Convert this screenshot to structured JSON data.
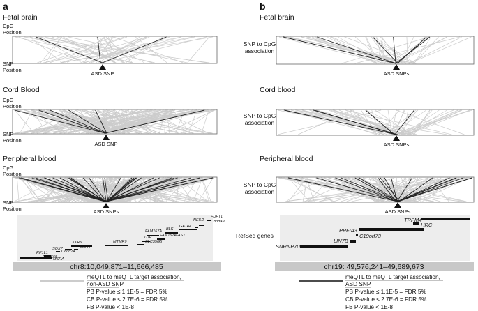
{
  "panel_a": {
    "letter": "a",
    "sections": [
      {
        "title": "Fetal brain",
        "cpg_label": [
          "CpG",
          "Position"
        ],
        "snp_label": [
          "SNP",
          "Position"
        ],
        "marker": "ASD SNP"
      },
      {
        "title": "Cord Blood",
        "cpg_label": [
          "CpG",
          "Position"
        ],
        "snp_label": [
          "SNP",
          "Position"
        ],
        "marker": "ASD SNP"
      },
      {
        "title": "Peripheral blood",
        "cpg_label": [
          "CpG",
          "Position"
        ],
        "snp_label": [
          "SNP",
          "Position"
        ],
        "marker": "ASD SNPs"
      }
    ],
    "genes": [
      "FDFT1",
      "C8orf49",
      "NEIL2",
      "GATA4",
      "BLK",
      "FAM167A",
      "TDH",
      "FAM167A-AS1",
      "SLC35G5",
      "MTMR9",
      "XKR6",
      "PINX1",
      "SOX7",
      "C8orf74",
      "RP1L1",
      "PRSS55",
      "MSRA"
    ],
    "coordinate": "chr8:10,049,871–11,666,485",
    "legend": {
      "line1": "meQTL to meQTL target association,",
      "line2": "non-ASD SNP",
      "pb": "PB P-value ≤ 1.1E-5 = FDR 5%",
      "cb": "CB P-value ≤ 2.7E-6 = FDR 5%",
      "fb": "FB P-value < 1E-8"
    }
  },
  "panel_b": {
    "letter": "b",
    "sections": [
      {
        "title": "Fetal brain",
        "assoc_label": [
          "SNP to CpG",
          "association"
        ],
        "marker": "ASD SNPs"
      },
      {
        "title": "Cord blood",
        "assoc_label": [
          "SNP to CpG",
          "association"
        ],
        "marker": "ASD SNPs"
      },
      {
        "title": "Peripheral blood",
        "assoc_label": [
          "SNP to CpG",
          "association"
        ],
        "marker": "ASD SNPs"
      }
    ],
    "refseq_label": "RefSeq genes",
    "genes": [
      "TRPM4",
      "HRC",
      "PPFIA3",
      "C19orf73",
      "LIN7B",
      "SNRNP70"
    ],
    "coordinate": "chr19: 49,576,241–49,689,673",
    "legend": {
      "line1": "meQTL to meQTL target association,",
      "line2": "ASD SNP",
      "pb": "PB P-value ≤ 1.1E-5 = FDR 5%",
      "cb": "CB P-value ≤ 2.7E-6 = FDR 5%",
      "fb": "FB P-value < 1E-8"
    }
  },
  "colors": {
    "line_light": "#cccccc",
    "line_dark": "#222222",
    "bar": "#c8c8c8",
    "gene_bg": "#ededed"
  }
}
